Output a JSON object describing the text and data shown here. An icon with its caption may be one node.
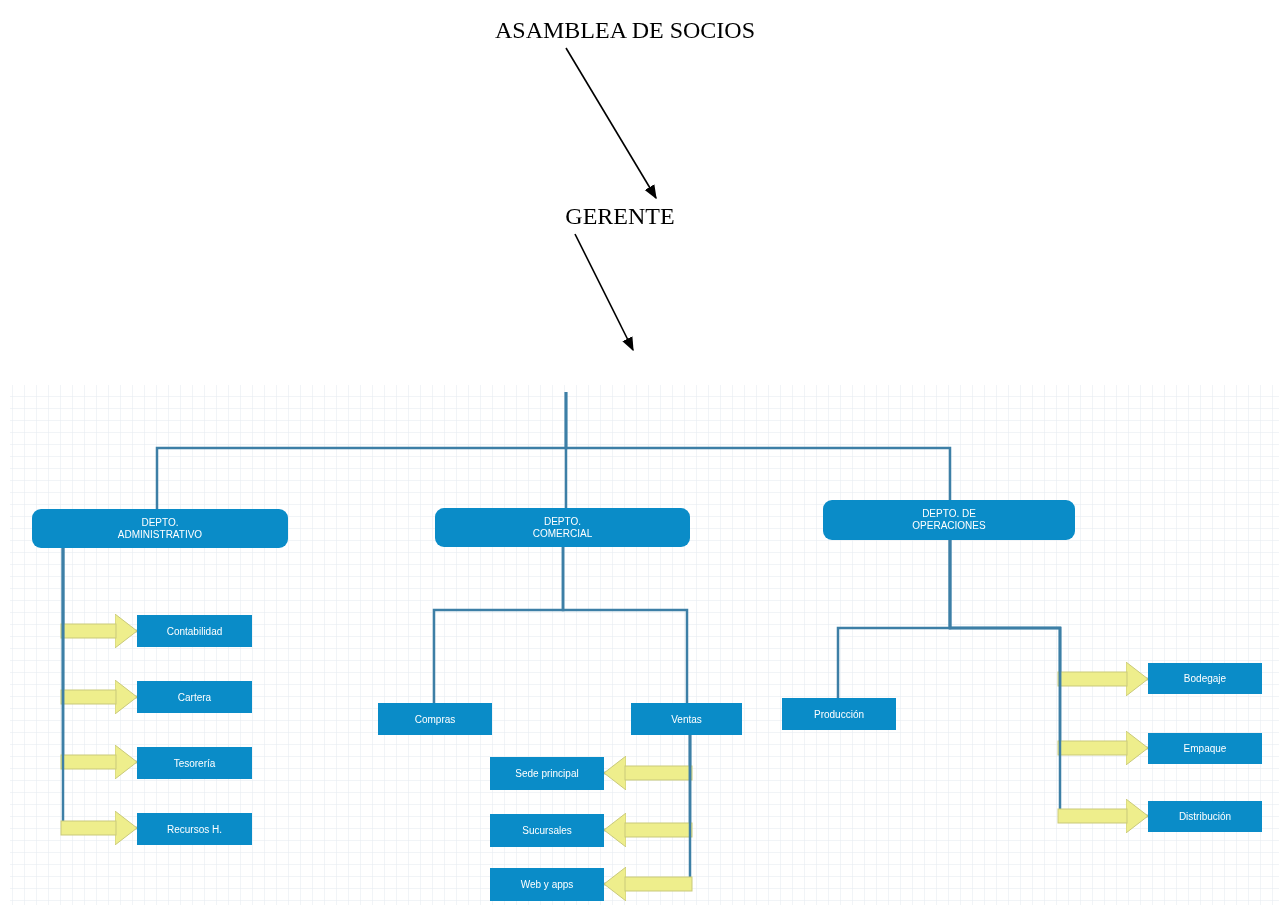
{
  "diagram": {
    "nodes": [
      {
        "text": [
          "ASAMBLEA DE SOCIOS"
        ]
      },
      {
        "text": [
          "GERENTE"
        ]
      },
      {
        "text": [
          "DEPTO. ADMINISTRATIVO"
        ]
      },
      {
        "text": [
          "DEPTO. COMERCIAL"
        ]
      },
      {
        "text": [
          "DEPTO. DE OPERACIONES"
        ]
      },
      {
        "text": [
          "Contabilidad"
        ]
      },
      {
        "text": [
          "Cartera"
        ]
      },
      {
        "text": [
          "Tesorería"
        ]
      },
      {
        "text": [
          "Recursos H."
        ]
      },
      {
        "text": [
          "Compras"
        ]
      },
      {
        "text": [
          "Ventas"
        ]
      },
      {
        "text": [
          "Sede principal"
        ]
      },
      {
        "text": [
          "Sucursales"
        ]
      },
      {
        "text": [
          "Web y apps"
        ]
      },
      {
        "text": [
          "Producción"
        ]
      },
      {
        "text": [
          "Bodegaje"
        ]
      },
      {
        "text": [
          "Empaque"
        ]
      },
      {
        "text": [
          "Distribución"
        ]
      }
    ],
    "edges": [
      {
        "from": 0,
        "to": 1,
        "arrow": "to",
        "color": "#000000"
      },
      {
        "from": 1,
        "to": null,
        "arrow": "to",
        "color": "#000000"
      },
      {
        "from": null,
        "to": 2,
        "arrow": "none"
      },
      {
        "from": null,
        "to": 3,
        "arrow": "none"
      },
      {
        "from": null,
        "to": 4,
        "arrow": "none"
      },
      {
        "from": 2,
        "to": 5,
        "arrow": "to"
      },
      {
        "from": 2,
        "to": 6,
        "arrow": "to"
      },
      {
        "from": 2,
        "to": 7,
        "arrow": "to"
      },
      {
        "from": 2,
        "to": 8,
        "arrow": "to"
      },
      {
        "from": 3,
        "to": 9,
        "arrow": "none"
      },
      {
        "from": 3,
        "to": 10,
        "arrow": "none"
      },
      {
        "from": 10,
        "to": 11,
        "arrow": "to"
      },
      {
        "from": 10,
        "to": 12,
        "arrow": "to"
      },
      {
        "from": 10,
        "to": 13,
        "arrow": "to"
      },
      {
        "from": 4,
        "to": 14,
        "arrow": "none"
      },
      {
        "from": 4,
        "to": 15,
        "arrow": "to"
      },
      {
        "from": 4,
        "to": 16,
        "arrow": "to"
      },
      {
        "from": 4,
        "to": 17,
        "arrow": "to"
      }
    ]
  }
}
